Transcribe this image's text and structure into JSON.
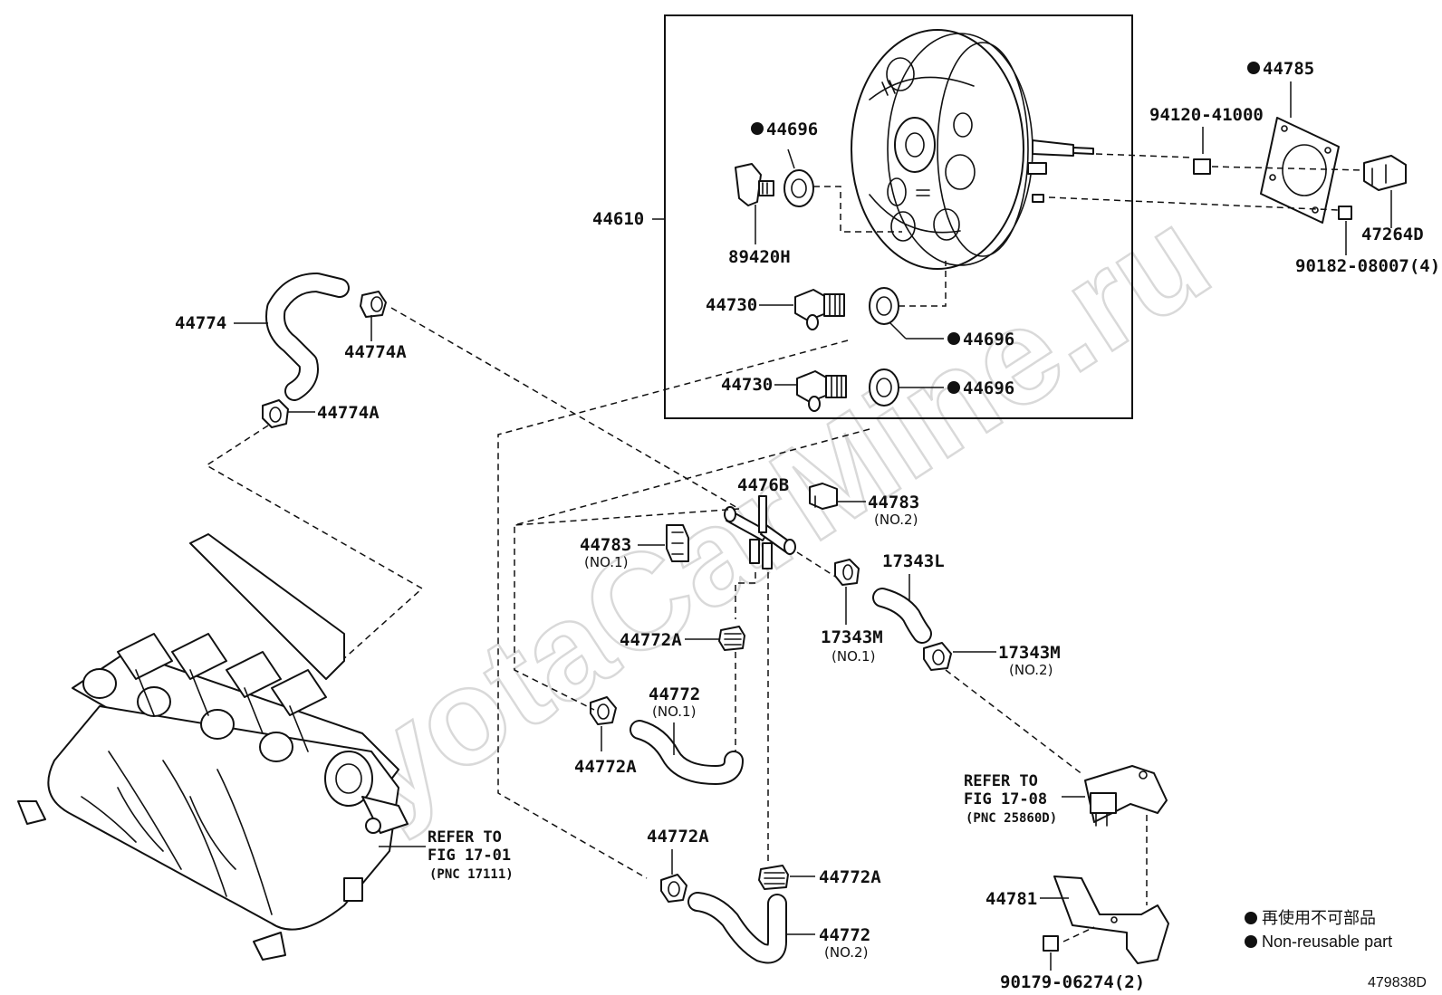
{
  "watermark": "ToyotaCarMine.ru",
  "diagram_code": "479838D",
  "legend": {
    "line_jp": "再使用不可部品",
    "line_en": "Non-reusable part"
  },
  "booster_box": {
    "label": "44610",
    "parts": {
      "seal_top": "44696",
      "sensor": "89420H",
      "check_valve_1": "44730",
      "grommet_1": "44696",
      "check_valve_2": "44730",
      "grommet_2": "44696"
    }
  },
  "mount": {
    "gasket": "44785",
    "spacer": "94120-41000",
    "bracket": "47264D",
    "nut": "90182-08007(4)"
  },
  "upper_hose": {
    "hose": "44774",
    "clamp_top": "44774A",
    "clamp_bottom": "44774A"
  },
  "hoses": {
    "union": "4476B",
    "clip_no2": "44783",
    "clip_no2_sub": "(NO.2)",
    "clip_no1": "44783",
    "clip_no1_sub": "(NO.1)",
    "hose_17343L": "17343L",
    "clamp_17343M_1": "17343M",
    "clamp_17343M_1_sub": "(NO.1)",
    "clamp_17343M_2": "17343M",
    "clamp_17343M_2_sub": "(NO.2)",
    "clamp_44772A_1": "44772A",
    "hose_44772_no1": "44772",
    "hose_44772_no1_sub": "(NO.1)",
    "clamp_44772A_2": "44772A",
    "clamp_44772A_3": "44772A",
    "clamp_44772A_4": "44772A",
    "hose_44772_no2": "44772",
    "hose_44772_no2_sub": "(NO.2)"
  },
  "refs": {
    "ref_17_01": {
      "line1": "REFER TO",
      "line2": "FIG 17-01",
      "line3": "(PNC 17111)"
    },
    "ref_17_08": {
      "line1": "REFER TO",
      "line2": "FIG 17-08",
      "line3": "(PNC 25860D)"
    }
  },
  "bracket_lower": {
    "bracket": "44781",
    "nut": "90179-06274(2)"
  }
}
